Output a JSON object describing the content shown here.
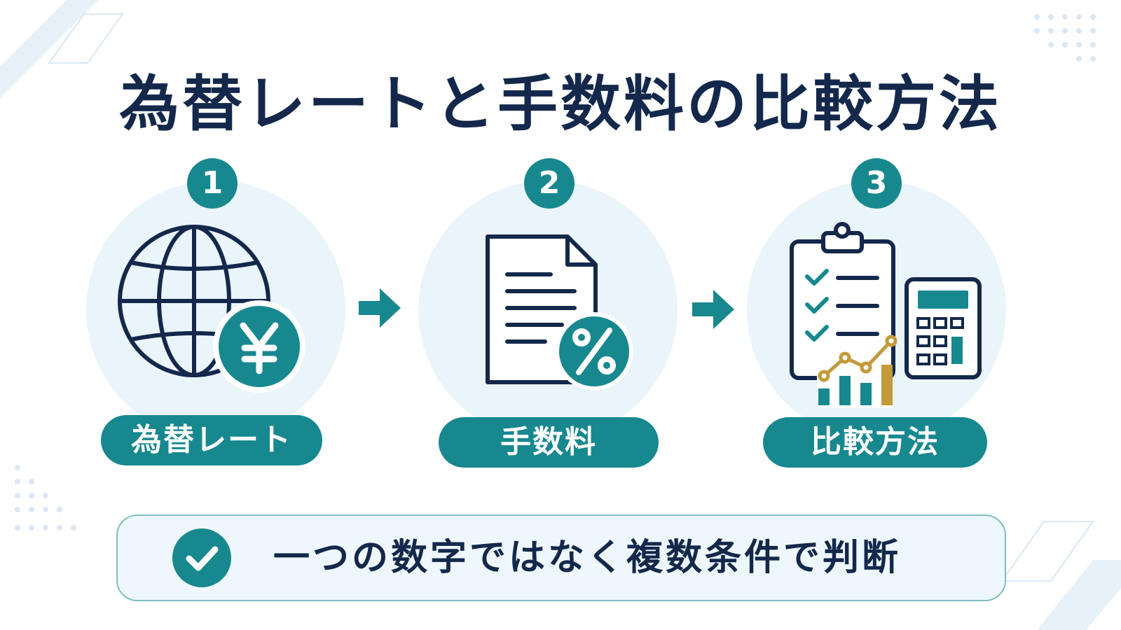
{
  "title": "為替レートと手数料の比較方法",
  "steps": [
    {
      "number": "1",
      "label": "為替レート",
      "icon": "globe-yen-icon"
    },
    {
      "number": "2",
      "label": "手数料",
      "icon": "document-percent-icon"
    },
    {
      "number": "3",
      "label": "比較方法",
      "icon": "clipboard-calculator-chart-icon"
    }
  ],
  "summary": {
    "text": "一つの数字ではなく複数条件で判断",
    "icon": "check-icon"
  },
  "colors": {
    "teal": "#18888f",
    "navy": "#13284b",
    "gold": "#c49a3a",
    "light_blue": "#eaf4fb"
  }
}
